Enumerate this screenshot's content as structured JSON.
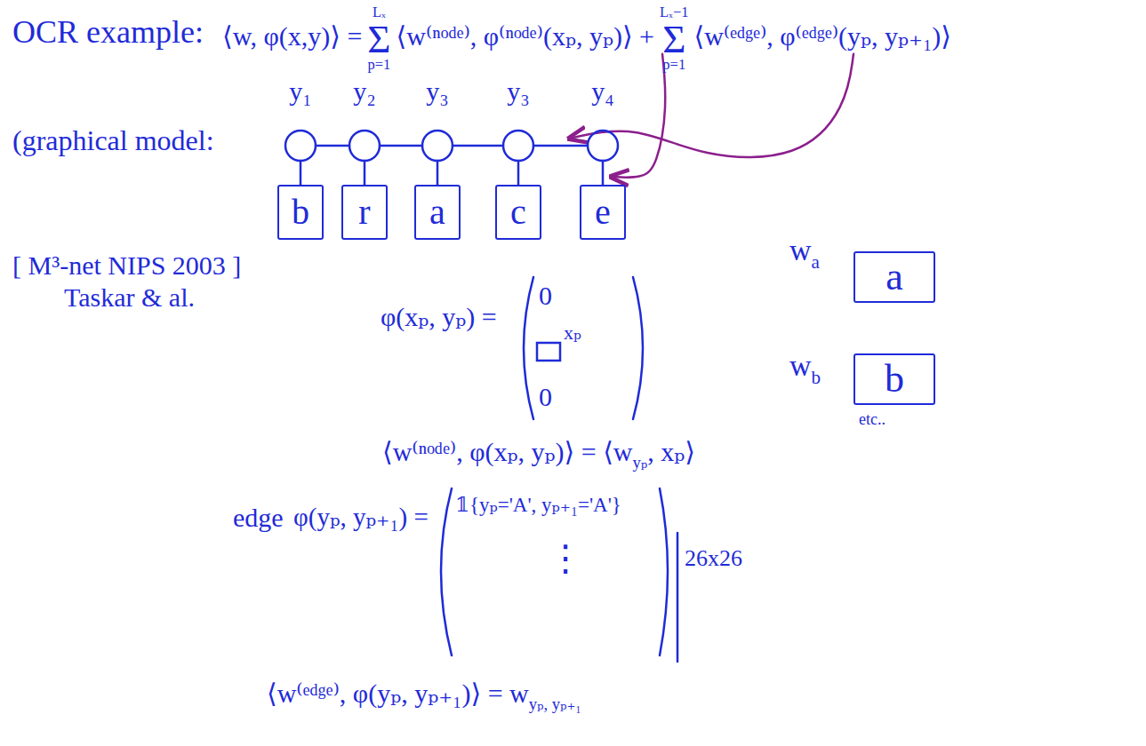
{
  "diagram": {
    "title": "OCR example:",
    "nodes": [
      {
        "text": [
          "y₁"
        ]
      },
      {
        "text": [
          "y₂"
        ]
      },
      {
        "text": [
          "y₃"
        ]
      },
      {
        "text": [
          "y₃"
        ]
      },
      {
        "text": [
          "y₄"
        ]
      },
      {
        "text": [
          "b"
        ]
      },
      {
        "text": [
          "r"
        ]
      },
      {
        "text": [
          "a"
        ]
      },
      {
        "text": [
          "c"
        ]
      },
      {
        "text": [
          "e"
        ]
      },
      {
        "text": [
          "a"
        ]
      },
      {
        "text": [
          "b"
        ]
      }
    ],
    "edges": [
      {
        "from": 0,
        "to": 1,
        "arrow": "none"
      },
      {
        "from": 1,
        "to": 2,
        "arrow": "none"
      },
      {
        "from": 2,
        "to": 3,
        "arrow": "none"
      },
      {
        "from": 3,
        "to": 4,
        "arrow": "none"
      },
      {
        "from": 0,
        "to": 5,
        "arrow": "none"
      },
      {
        "from": 1,
        "to": 6,
        "arrow": "none"
      },
      {
        "from": 2,
        "to": 7,
        "arrow": "none"
      },
      {
        "from": 3,
        "to": 8,
        "arrow": "none"
      },
      {
        "from": 4,
        "to": 9,
        "arrow": "none"
      }
    ],
    "labels": [
      "⟨w, φ(x,y)⟩ =",
      "Lₓ",
      "Σ",
      "p=1",
      "⟨w⁽ⁿᵒᵈᵉ⁾, φ⁽ⁿᵒᵈᵉ⁾(xₚ, yₚ)⟩ +",
      "Lₓ−1",
      "Σ",
      "p=1",
      "⟨w⁽ᵉᵈᵍᵉ⁾, φ⁽ᵉᵈᵍᵉ⁾(yₚ, yₚ₊₁)⟩",
      "(graphical model:",
      "[ M³-net NIPS 2003 ]",
      "Taskar & al.",
      "φ(xₚ, yₚ) =",
      "0",
      "xₚ",
      "0",
      "w",
      "a",
      "w",
      "b",
      "etc..",
      "⟨w⁽ⁿᵒᵈᵉ⁾, φ(xₚ, yₚ)⟩ = ⟨w",
      "yₚ",
      ", xₚ⟩",
      "edge",
      "φ(yₚ, yₚ₊₁) =",
      "𝟙{yₚ='A', yₚ₊₁='A'}",
      "⋮",
      "26x26",
      "⟨w⁽ᵉᵈᵍᵉ⁾, φ(yₚ, yₚ₊₁)⟩ = w",
      "yₚ, yₚ₊₁"
    ]
  }
}
